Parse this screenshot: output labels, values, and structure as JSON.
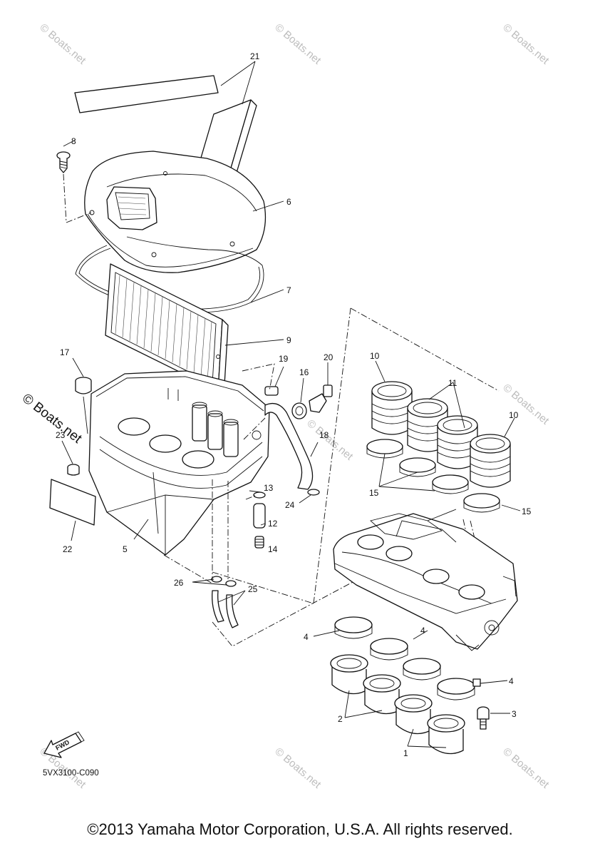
{
  "figure_code": "5VX3100-C090",
  "copyright": "©2013 Yamaha Motor Corporation, U.S.A. All rights reserved.",
  "fwd_label": "FWD",
  "watermark_text": "© Boats.net",
  "callouts": [
    "1",
    "2",
    "3",
    "4",
    "5",
    "6",
    "7",
    "8",
    "9",
    "10",
    "11",
    "12",
    "13",
    "14",
    "15",
    "16",
    "17",
    "18",
    "19",
    "20",
    "21",
    "22",
    "23",
    "24",
    "25",
    "26"
  ],
  "colors": {
    "line": "#111111",
    "watermark": "#bdbdbd",
    "background": "#ffffff"
  }
}
